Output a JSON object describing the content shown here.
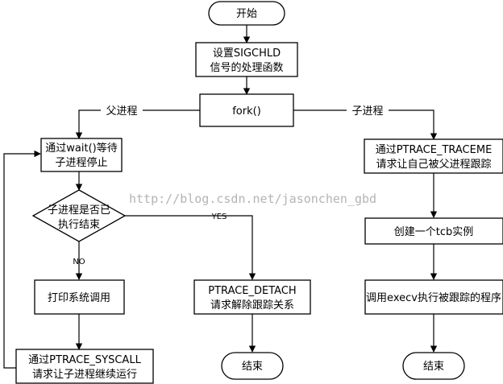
{
  "nodes": {
    "start": "开始",
    "set_handler": [
      "设置SIGCHLD",
      "信号的处理函数"
    ],
    "fork": "fork()",
    "wait": [
      "通过wait()等待",
      "子进程停止"
    ],
    "decide": [
      "子进程是否已",
      "执行结束"
    ],
    "print": "打印系统调用",
    "syscall": [
      "通过PTRACE_SYSCALL",
      "请求让子进程继续运行"
    ],
    "detach": [
      "PTRACE_DETACH",
      "请求解除跟踪关系"
    ],
    "end_parent": "结束",
    "traceme": [
      "通过PTRACE_TRACEME",
      "请求让自己被父进程跟踪"
    ],
    "create_tcb": "创建一个tcb实例",
    "execv": "调用execv执行被跟踪的程序",
    "end_child": "结束"
  },
  "edge_labels": {
    "parent": "父进程",
    "child": "子进程",
    "yes": "YES",
    "no": "NO"
  },
  "watermark": "http://blog.csdn.net/jasonchen_gbd"
}
